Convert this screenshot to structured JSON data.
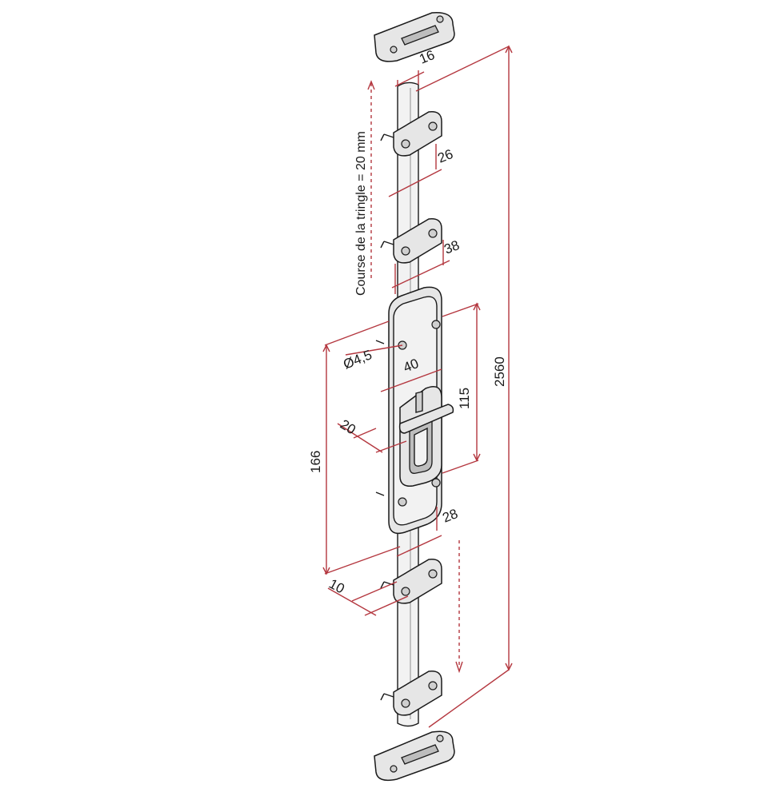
{
  "labels": {
    "course": "Course de la tringle = 20 mm",
    "d16": "16",
    "d26": "26",
    "d38": "38",
    "d40": "40",
    "d115": "115",
    "d2560": "2560",
    "d45": "Ø4,5",
    "d20": "20",
    "d166": "166",
    "d28": "28",
    "d10": "10"
  },
  "colors": {
    "dimension": "#b4373f",
    "outline": "#1a1a1a",
    "metal": "#e6e6e6"
  }
}
